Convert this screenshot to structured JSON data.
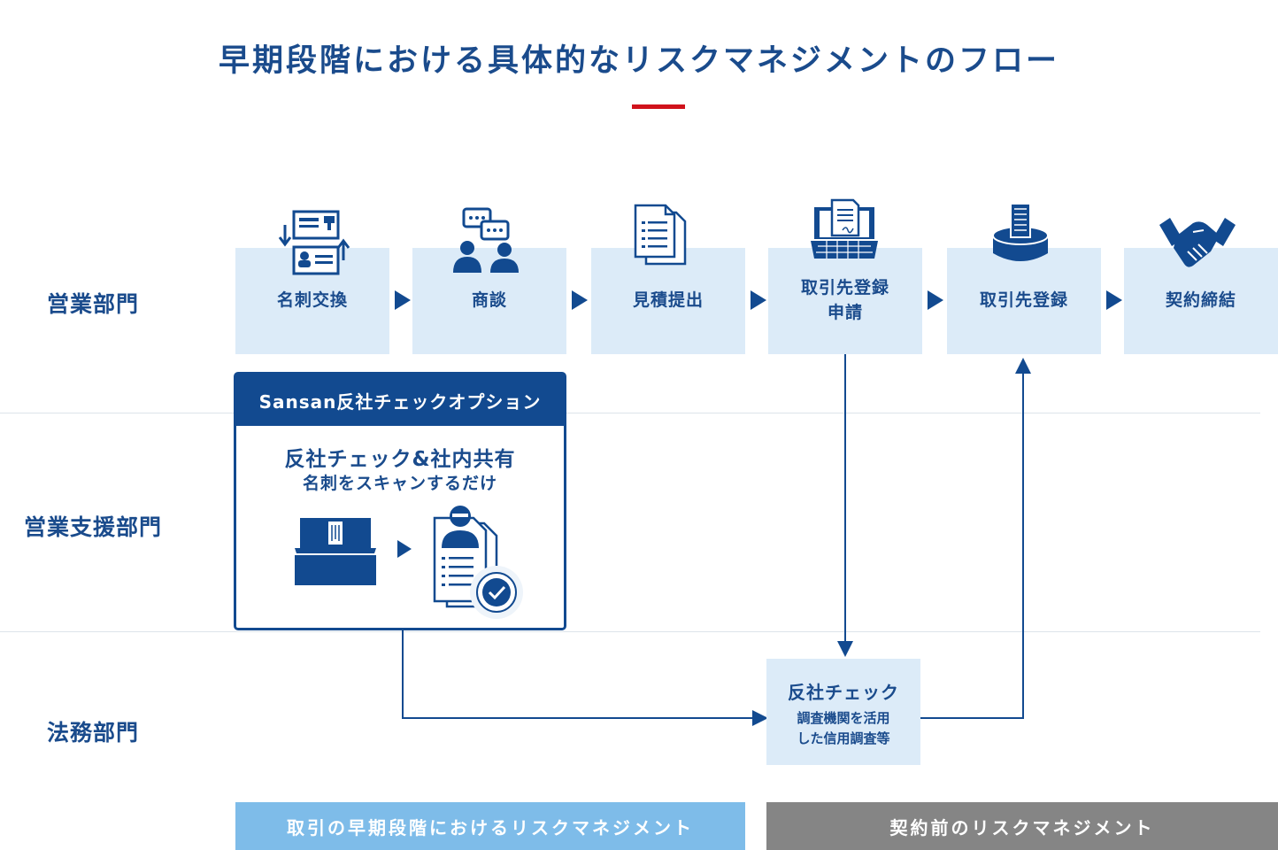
{
  "title": "早期段階における具体的なリスクマネジメントのフロー",
  "departments": {
    "sales": "営業部門",
    "sales_support": "営業支援部門",
    "legal": "法務部門"
  },
  "steps": [
    {
      "label": "名刺交換",
      "icon": "business-card-exchange-icon"
    },
    {
      "label": "商談",
      "icon": "meeting-chat-icon"
    },
    {
      "label": "見積提出",
      "icon": "document-icon"
    },
    {
      "label": "取引先登録\n申請",
      "icon": "laptop-document-icon"
    },
    {
      "label": "取引先登録",
      "icon": "building-database-icon"
    },
    {
      "label": "契約締結",
      "icon": "handshake-icon"
    }
  ],
  "sansan_option": {
    "header": "Sansan反社チェックオプション",
    "headline": "反社チェック&社内共有",
    "subline": "名刺をスキャンするだけ",
    "icons": [
      "scanner-icon",
      "profile-check-icon"
    ]
  },
  "legal_check": {
    "title": "反社チェック",
    "detail": "調査機関を活用\nした信用調査等"
  },
  "bands": {
    "early": "取引の早期段階におけるリスクマネジメント",
    "pre_contract": "契約前のリスクマネジメント"
  },
  "colors": {
    "primary": "#1a4b8c",
    "accent": "#d0121b",
    "box_fill": "#dcebf8",
    "band_blue": "#7ebce9",
    "band_gray": "#858585"
  }
}
